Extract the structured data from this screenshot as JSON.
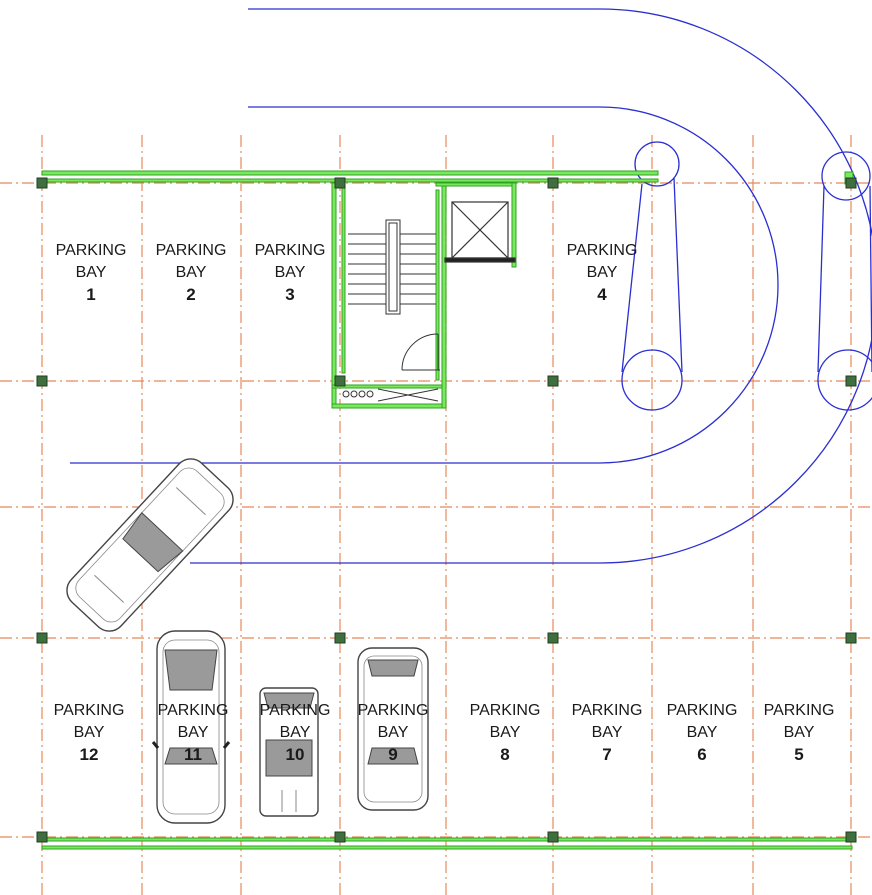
{
  "bays": [
    {
      "word1": "PARKING",
      "word2": "BAY",
      "number": "1"
    },
    {
      "word1": "PARKING",
      "word2": "BAY",
      "number": "2"
    },
    {
      "word1": "PARKING",
      "word2": "BAY",
      "number": "3"
    },
    {
      "word1": "PARKING",
      "word2": "BAY",
      "number": "4"
    },
    {
      "word1": "PARKING",
      "word2": "BAY",
      "number": "12"
    },
    {
      "word1": "PARKING",
      "word2": "BAY",
      "number": "11"
    },
    {
      "word1": "PARKING",
      "word2": "BAY",
      "number": "10"
    },
    {
      "word1": "PARKING",
      "word2": "BAY",
      "number": "9"
    },
    {
      "word1": "PARKING",
      "word2": "BAY",
      "number": "8"
    },
    {
      "word1": "PARKING",
      "word2": "BAY",
      "number": "7"
    },
    {
      "word1": "PARKING",
      "word2": "BAY",
      "number": "6"
    },
    {
      "word1": "PARKING",
      "word2": "BAY",
      "number": "5"
    }
  ],
  "colors": {
    "grid": "#e8895a",
    "wall": "#3fd12a",
    "column": "#3f6f3f",
    "ramp": "#2b2fd0",
    "car": "#444444",
    "car_fill": "#9a9a9a"
  }
}
